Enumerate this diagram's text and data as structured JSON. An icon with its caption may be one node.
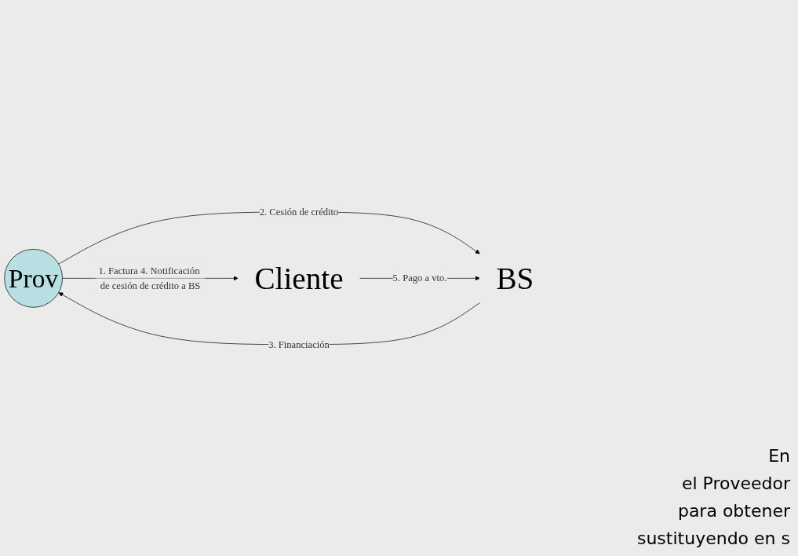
{
  "diagram": {
    "nodes": [
      {
        "text": [
          "Prov"
        ]
      },
      {
        "text": [
          "Cliente"
        ]
      },
      {
        "text": [
          "BS"
        ]
      }
    ],
    "edges": [
      {
        "from": 0,
        "to": 1,
        "arrow": "to",
        "label": "1. Factura 4. Notificación de cesión de crédito a BS"
      },
      {
        "from": 0,
        "to": 2,
        "arrow": "to",
        "label": "2. Cesión de crédito"
      },
      {
        "from": 2,
        "to": 0,
        "arrow": "to",
        "label": "3. Financiación"
      },
      {
        "from": 1,
        "to": 2,
        "arrow": "to",
        "label": "5. Pago a vto."
      }
    ],
    "labels": [
      "En",
      "el Proveedor",
      "para obtener",
      "sustituyendo en s"
    ]
  }
}
